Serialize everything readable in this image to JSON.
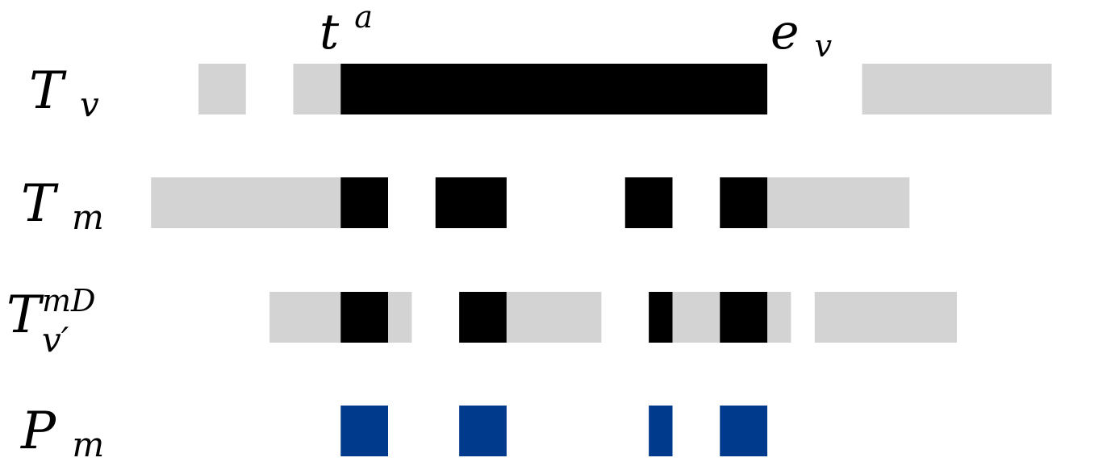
{
  "colors": {
    "light": "#d3d3d3",
    "dark": "#000000",
    "blue": "#003a8c"
  },
  "markers": [
    {
      "id": "ta",
      "base": "t",
      "sup": "a",
      "sub": ""
    },
    {
      "id": "ev",
      "base": "e",
      "sup": "",
      "sub": "v"
    }
  ],
  "rows": [
    {
      "id": "tv",
      "label": {
        "base": "T",
        "sub": "v",
        "sup": ""
      },
      "segments": [
        {
          "s": 0,
          "e": 1,
          "c": "light"
        },
        {
          "s": 2,
          "e": 3,
          "c": "light"
        },
        {
          "s": 3,
          "e": 12,
          "c": "dark"
        },
        {
          "s": 14,
          "e": 18,
          "c": "light"
        }
      ]
    },
    {
      "id": "tm",
      "label": {
        "base": "T",
        "sub": "m",
        "sup": ""
      },
      "segments": [
        {
          "s": -1,
          "e": 3,
          "c": "light"
        },
        {
          "s": 3,
          "e": 4,
          "c": "dark"
        },
        {
          "s": 5,
          "e": 6.5,
          "c": "dark"
        },
        {
          "s": 9,
          "e": 10,
          "c": "dark"
        },
        {
          "s": 11,
          "e": 12,
          "c": "dark"
        },
        {
          "s": 12,
          "e": 15,
          "c": "light"
        }
      ]
    },
    {
      "id": "tvd",
      "label": {
        "base": "T",
        "sub": "v′",
        "sup": "mD"
      },
      "segments": [
        {
          "s": 1.5,
          "e": 3,
          "c": "light"
        },
        {
          "s": 3,
          "e": 4,
          "c": "dark"
        },
        {
          "s": 4,
          "e": 4.5,
          "c": "light"
        },
        {
          "s": 5.5,
          "e": 6.5,
          "c": "dark"
        },
        {
          "s": 6.5,
          "e": 8.5,
          "c": "light"
        },
        {
          "s": 9.5,
          "e": 10,
          "c": "dark"
        },
        {
          "s": 10,
          "e": 11,
          "c": "light"
        },
        {
          "s": 11,
          "e": 12,
          "c": "dark"
        },
        {
          "s": 12,
          "e": 12.5,
          "c": "light"
        },
        {
          "s": 13,
          "e": 16,
          "c": "light"
        }
      ]
    },
    {
      "id": "pm",
      "label": {
        "base": "P",
        "sub": "m",
        "sup": ""
      },
      "segments": [
        {
          "s": 3,
          "e": 4,
          "c": "blue"
        },
        {
          "s": 5.5,
          "e": 6.5,
          "c": "blue"
        },
        {
          "s": 9.5,
          "e": 10,
          "c": "blue"
        },
        {
          "s": 11,
          "e": 12,
          "c": "blue"
        }
      ]
    }
  ]
}
